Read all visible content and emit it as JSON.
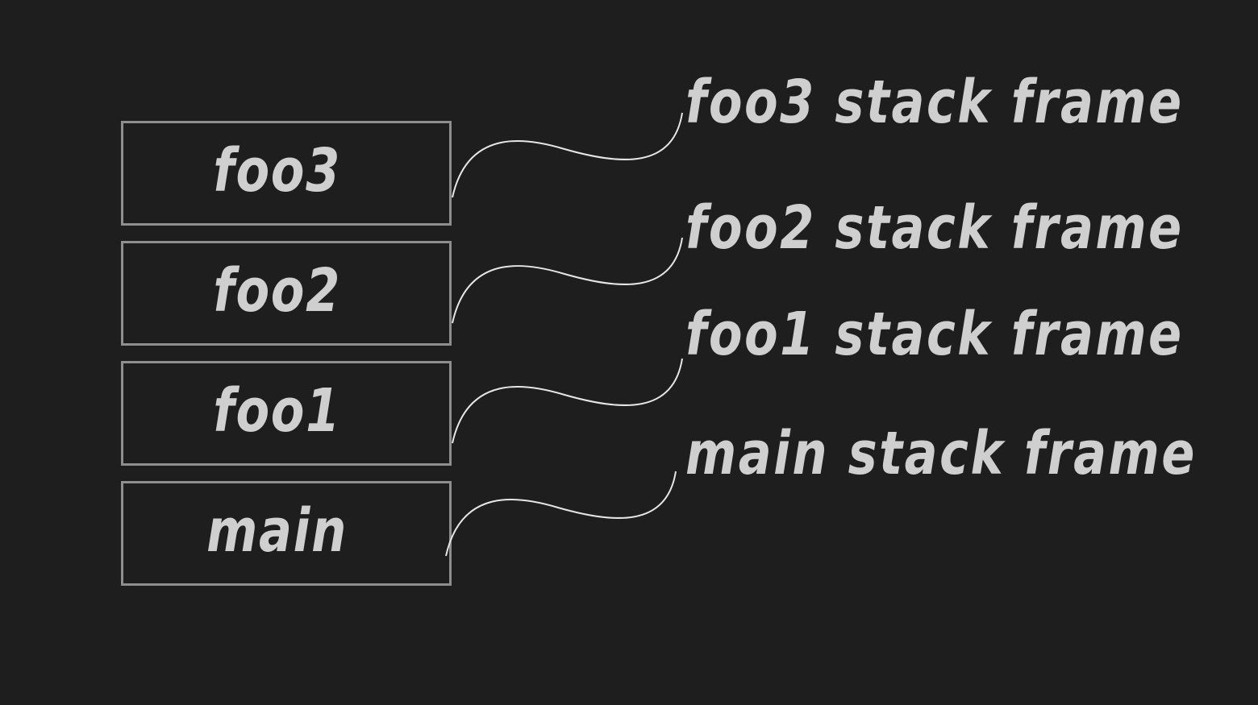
{
  "colors": {
    "background": "#1e1e1e",
    "box_border": "#8e8e8e",
    "text": "#cfcfcf",
    "connector": "#e6e6e6"
  },
  "stack": {
    "boxes": [
      {
        "label": "foo3"
      },
      {
        "label": "foo2"
      },
      {
        "label": "foo1"
      },
      {
        "label": "main"
      }
    ]
  },
  "frames": [
    {
      "label": "foo3 stack frame"
    },
    {
      "label": "foo2 stack frame"
    },
    {
      "label": "foo1 stack frame"
    },
    {
      "label": "main stack frame"
    }
  ]
}
